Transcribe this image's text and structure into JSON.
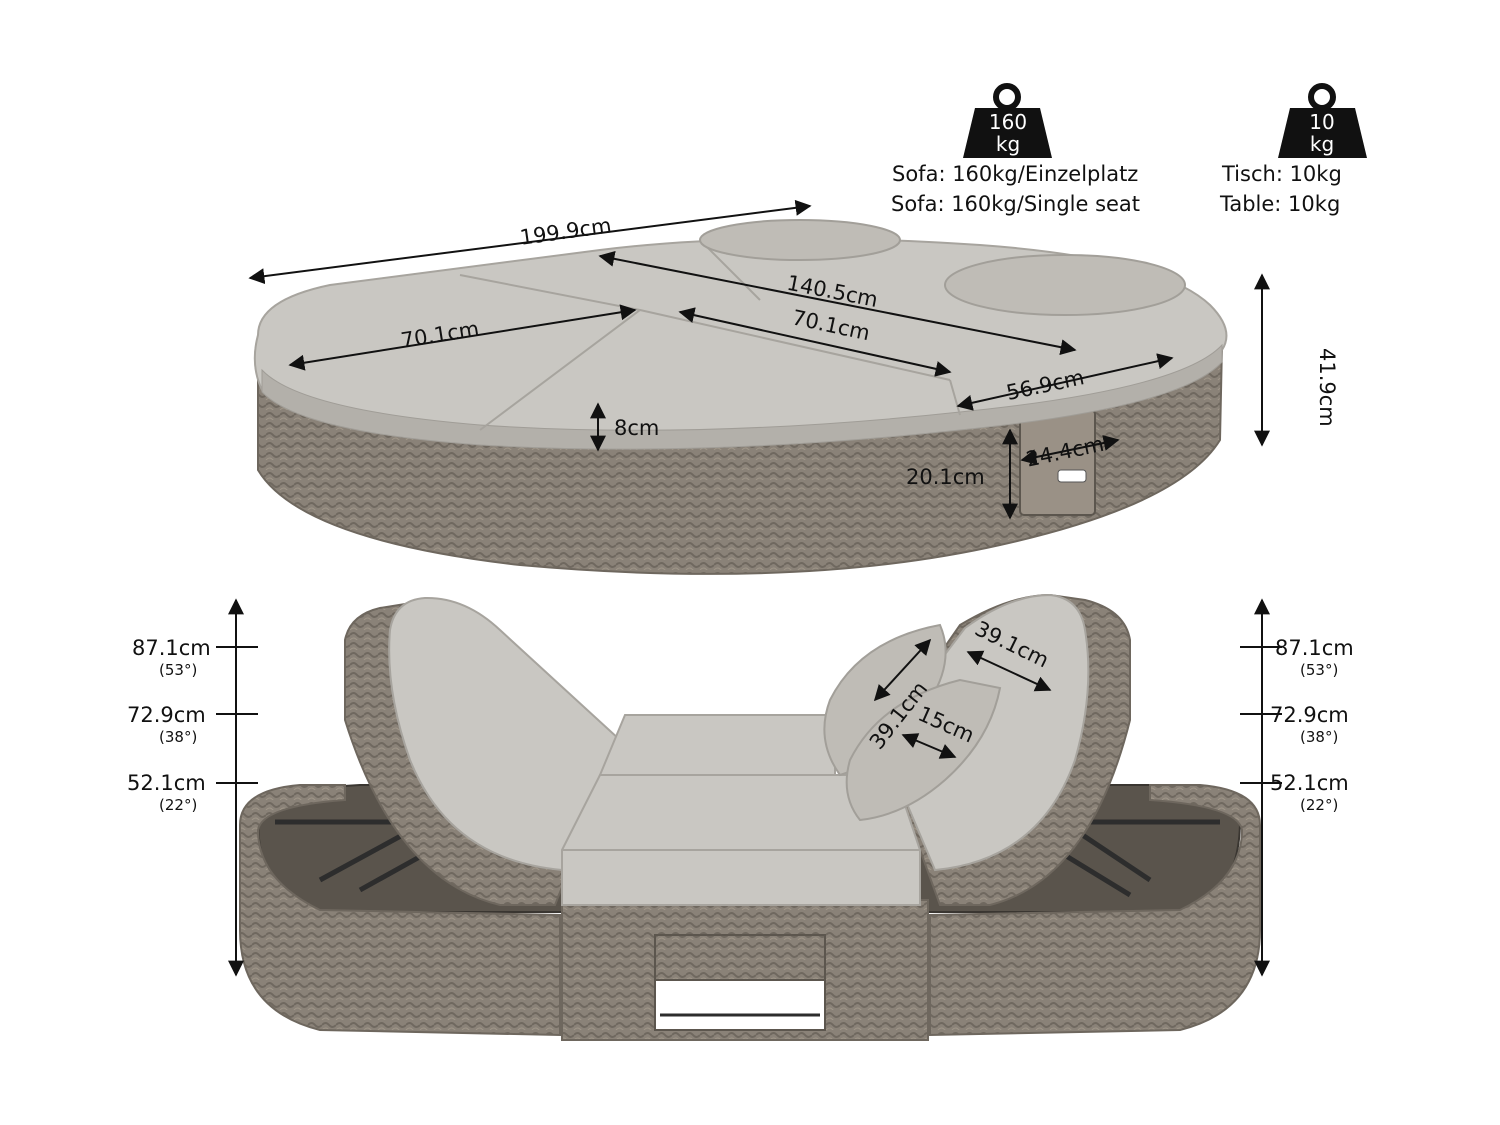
{
  "weights": {
    "sofa": {
      "icon": "weight-icon",
      "value": "160",
      "unit": "kg",
      "line_de": "Sofa: 160kg/Einzelplatz",
      "line_en": "Sofa: 160kg/Single seat"
    },
    "table": {
      "icon": "weight-icon",
      "value": "10",
      "unit": "kg",
      "line_de": "Tisch: 10kg",
      "line_en": "Table: 10kg"
    }
  },
  "dimensions": {
    "length": "199.9cm",
    "inner_length": "140.5cm",
    "cushion_a": "70.1cm",
    "cushion_b": "70.1cm",
    "end_cushion": "56.9cm",
    "height": "41.9cm",
    "cushion_thickness": "8cm",
    "table_width": "24.4cm",
    "table_height": "20.1cm",
    "pillow_width": "39.1cm",
    "pillow_height": "39.1cm",
    "pillow_depth": "15cm"
  },
  "backrest_positions": {
    "left": [
      {
        "height": "87.1cm",
        "angle": "(53°)"
      },
      {
        "height": "72.9cm",
        "angle": "(38°)"
      },
      {
        "height": "52.1cm",
        "angle": "(22°)"
      }
    ],
    "right": [
      {
        "height": "87.1cm",
        "angle": "(53°)"
      },
      {
        "height": "72.9cm",
        "angle": "(38°)"
      },
      {
        "height": "52.1cm",
        "angle": "(22°)"
      }
    ]
  },
  "colors": {
    "cushion": "#c9c7c2",
    "cushion_shade": "#b3b0aa",
    "wicker": "#8a8278",
    "wicker_dark": "#6e675e",
    "frame": "#2d2d2d"
  }
}
